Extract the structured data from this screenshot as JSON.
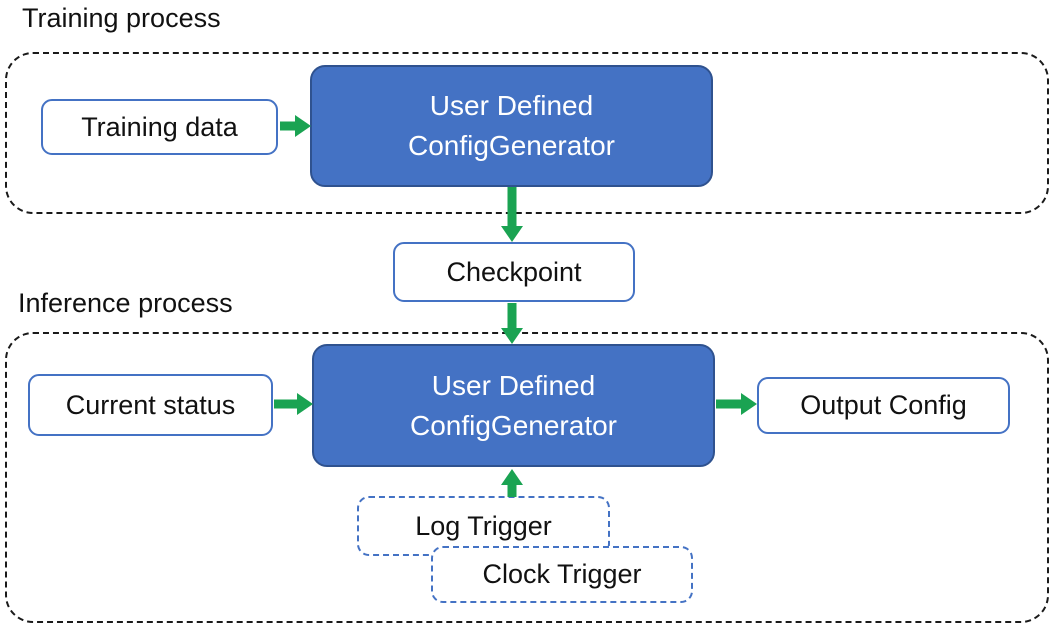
{
  "colors": {
    "box_blue": "#4472C4",
    "box_blue_border": "#2F528F",
    "outline_blue": "#4472C4",
    "arrow_green": "#1AA352",
    "text_dark": "#111111",
    "text_light": "#FFFFFF",
    "dashed_black": "#1a1a1a"
  },
  "training": {
    "title": "Training process",
    "input_box": "Training data",
    "generator": {
      "line1": "User Defined",
      "line2": "ConfigGenerator"
    }
  },
  "checkpoint": {
    "label": "Checkpoint"
  },
  "inference": {
    "title": "Inference process",
    "input_box": "Current status",
    "generator": {
      "line1": "User Defined",
      "line2": "ConfigGenerator"
    },
    "output_box": "Output Config",
    "triggers": {
      "log": "Log Trigger",
      "clock": "Clock Trigger"
    }
  }
}
